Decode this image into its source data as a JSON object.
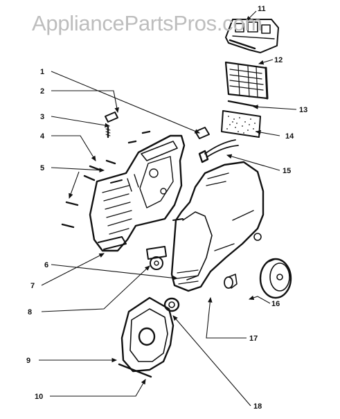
{
  "watermark": "AppliancePartsPros.com",
  "callouts": [
    "1",
    "2",
    "3",
    "4",
    "5",
    "6",
    "7",
    "8",
    "9",
    "10",
    "11",
    "12",
    "13",
    "14",
    "15",
    "16",
    "17",
    "18"
  ]
}
